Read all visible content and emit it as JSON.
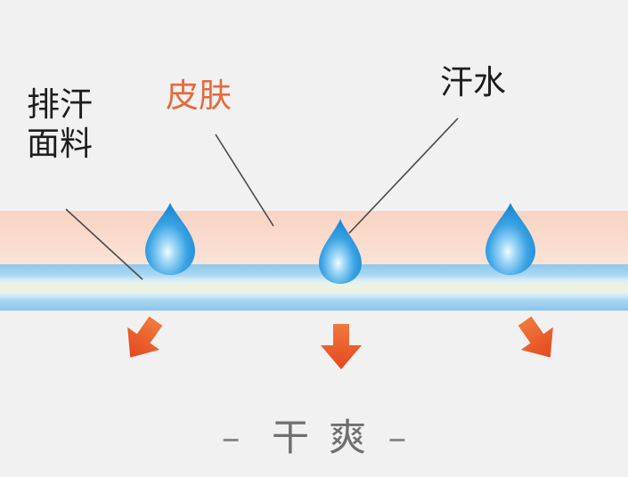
{
  "labels": {
    "fabric_line1": "排汗",
    "fabric_line2": "面料",
    "skin": "皮肤",
    "sweat": "汗水"
  },
  "caption": {
    "dash_left": "–",
    "text": "干爽",
    "dash_right": "–"
  },
  "colors": {
    "background": "#f1f1f1",
    "skin_layer": "#f8d6c6",
    "fabric_layer": "#8fc9ee",
    "fabric_core": "#e9f2d8",
    "drop": "#2f9be0",
    "arrow": "#e85426",
    "skin_label": "#e46a3c",
    "text": "#1d1d1d"
  },
  "icons": {
    "drop": "water-drop-icon",
    "arrow": "arrow-icon"
  }
}
